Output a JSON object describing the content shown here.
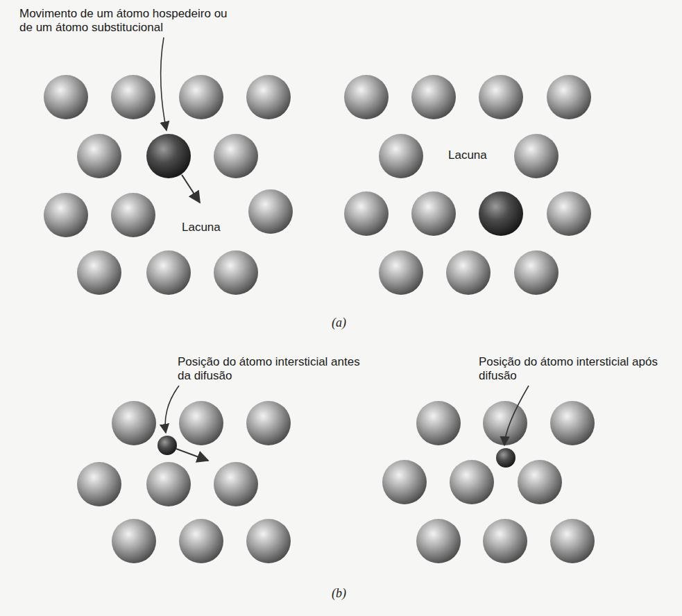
{
  "diagram": {
    "labels": [
      "Movimento de um átomo hospedeiro ou de um átomo substitucional",
      "Lacuna",
      "Lacuna",
      "(a)",
      "Posição do átomo intersticial antes da difusão",
      "Posição do átomo intersticial após difusão",
      "(b)"
    ]
  }
}
